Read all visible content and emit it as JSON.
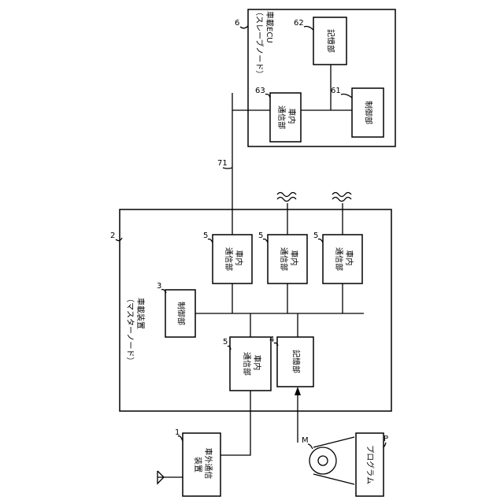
{
  "nodes": {
    "outside_comm": {
      "ref": "1",
      "lines": [
        "車外通信",
        "装置"
      ]
    },
    "master": {
      "ref": "2",
      "lines": [
        "車載装置",
        "（マスターノード）"
      ]
    },
    "control_master": {
      "ref": "3",
      "label": "制御部"
    },
    "storage_master": {
      "ref": "4",
      "label": "記憶部"
    },
    "comm_bottom": {
      "ref": "5",
      "lines": [
        "車内",
        "通信部"
      ]
    },
    "comm_a": {
      "ref": "5",
      "lines": [
        "車内",
        "通信部"
      ]
    },
    "comm_b": {
      "ref": "5",
      "lines": [
        "車内",
        "通信部"
      ]
    },
    "comm_c": {
      "ref": "5",
      "lines": [
        "車内",
        "通信部"
      ]
    },
    "slave": {
      "ref": "6",
      "lines": [
        "車載ECU",
        "（スレーブノード）"
      ]
    },
    "control_slave": {
      "ref": "61",
      "label": "制御部"
    },
    "storage_slave": {
      "ref": "62",
      "label": "記憶部"
    },
    "comm_slave": {
      "ref": "63",
      "lines": [
        "車内",
        "通信部"
      ]
    },
    "bus": {
      "ref": "71"
    },
    "medium": {
      "ref": "M"
    },
    "program": {
      "ref": "P",
      "label": "プログラム"
    }
  }
}
